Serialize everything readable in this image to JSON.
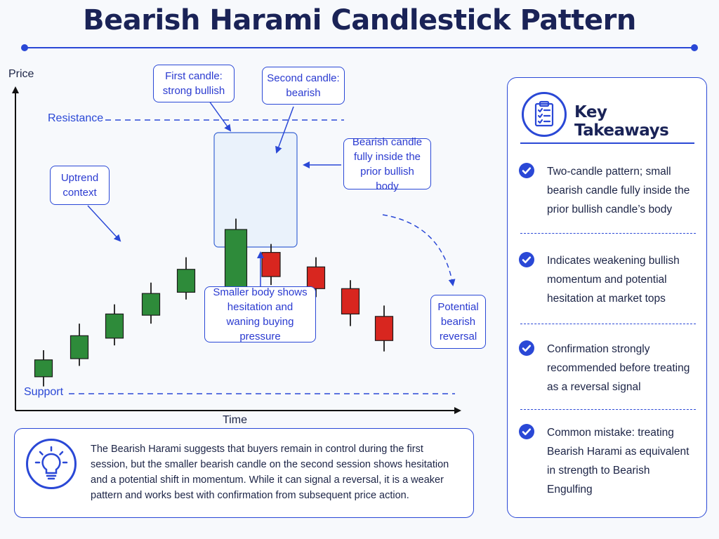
{
  "title": "Bearish Harami Candlestick Pattern",
  "colors": {
    "accent": "#2a48d6",
    "bullish": "#2e8b3a",
    "bearish": "#d8261f",
    "highlight": "#eaf2fb"
  },
  "chart_data": {
    "type": "candlestick",
    "xlabel": "Time",
    "ylabel": "Price",
    "levels": {
      "resistance": "Resistance",
      "support": "Support"
    },
    "candles": [
      {
        "dir": "bull",
        "open": 28,
        "close": 42,
        "high": 50,
        "low": 20
      },
      {
        "dir": "bull",
        "open": 43,
        "close": 62,
        "high": 72,
        "low": 37
      },
      {
        "dir": "bull",
        "open": 60,
        "close": 80,
        "high": 88,
        "low": 54
      },
      {
        "dir": "bull",
        "open": 79,
        "close": 97,
        "high": 106,
        "low": 72
      },
      {
        "dir": "bull",
        "open": 98,
        "close": 117,
        "high": 127,
        "low": 92
      },
      {
        "dir": "bull",
        "open": 100,
        "close": 150,
        "high": 159,
        "low": 93
      },
      {
        "dir": "bear",
        "open": 131,
        "close": 111,
        "high": 138,
        "low": 104
      },
      {
        "dir": "bear",
        "open": 119,
        "close": 101,
        "high": 127,
        "low": 94
      },
      {
        "dir": "bear",
        "open": 101,
        "close": 80,
        "high": 108,
        "low": 70
      },
      {
        "dir": "bear",
        "open": 78,
        "close": 58,
        "high": 87,
        "low": 49
      }
    ]
  },
  "callouts": {
    "first": "First candle: strong bullish",
    "second": "Second candle: bearish",
    "uptrend": "Uptrend context",
    "inside": "Bearish candle fully inside the prior bullish body",
    "smaller": "Smaller body shows hesitation and waning buying pressure",
    "reversal": "Potential bearish reversal"
  },
  "summary": "The Bearish Harami suggests that buyers remain in control during the first session, but the smaller bearish candle on the second session shows hesitation and a potential shift in momentum. While it can signal a reversal, it is a weaker pattern and works best with confirmation from subsequent price action.",
  "takeaways": {
    "title": "Key Takeaways",
    "items": [
      "Two-candle pattern; small bearish candle fully inside the prior bullish candle’s body",
      "Indicates weakening bullish momentum and potential hesitation at market tops",
      "Confirmation strongly recommended before treating as a reversal signal",
      "Common mistake: treating Bearish Harami as equivalent in strength to Bearish Engulfing"
    ]
  }
}
